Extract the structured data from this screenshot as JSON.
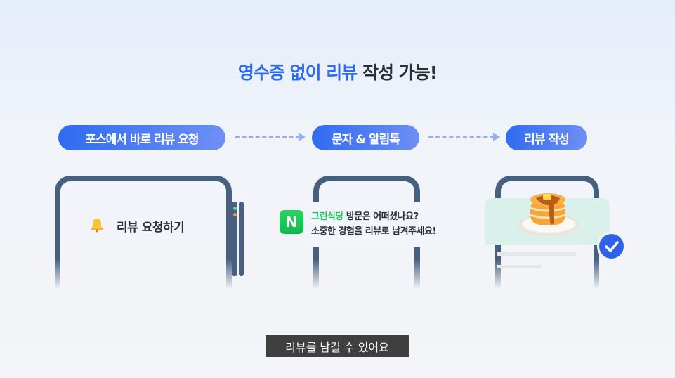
{
  "title": {
    "highlight": "영수증 없이 리뷰",
    "rest": " 작성 가능!"
  },
  "steps": [
    {
      "label": "포스에서 바로 리뷰 요청"
    },
    {
      "label": "문자 & 알림톡"
    },
    {
      "label": "리뷰 작성"
    }
  ],
  "pos": {
    "button_label": "리뷰 요청하기",
    "icon": "bell-icon"
  },
  "notification": {
    "store": "그린식당",
    "line1_rest": " 방문은 어떠셨나요?",
    "line2": "소중한 경험을 리뷰로 남겨주세요!",
    "icon_letter": "N"
  },
  "subtitle": "리뷰를 남길 수 있어요",
  "colors": {
    "accent": "#2a6df0",
    "naver_green": "#1ec95a",
    "frame": "#48607f"
  }
}
